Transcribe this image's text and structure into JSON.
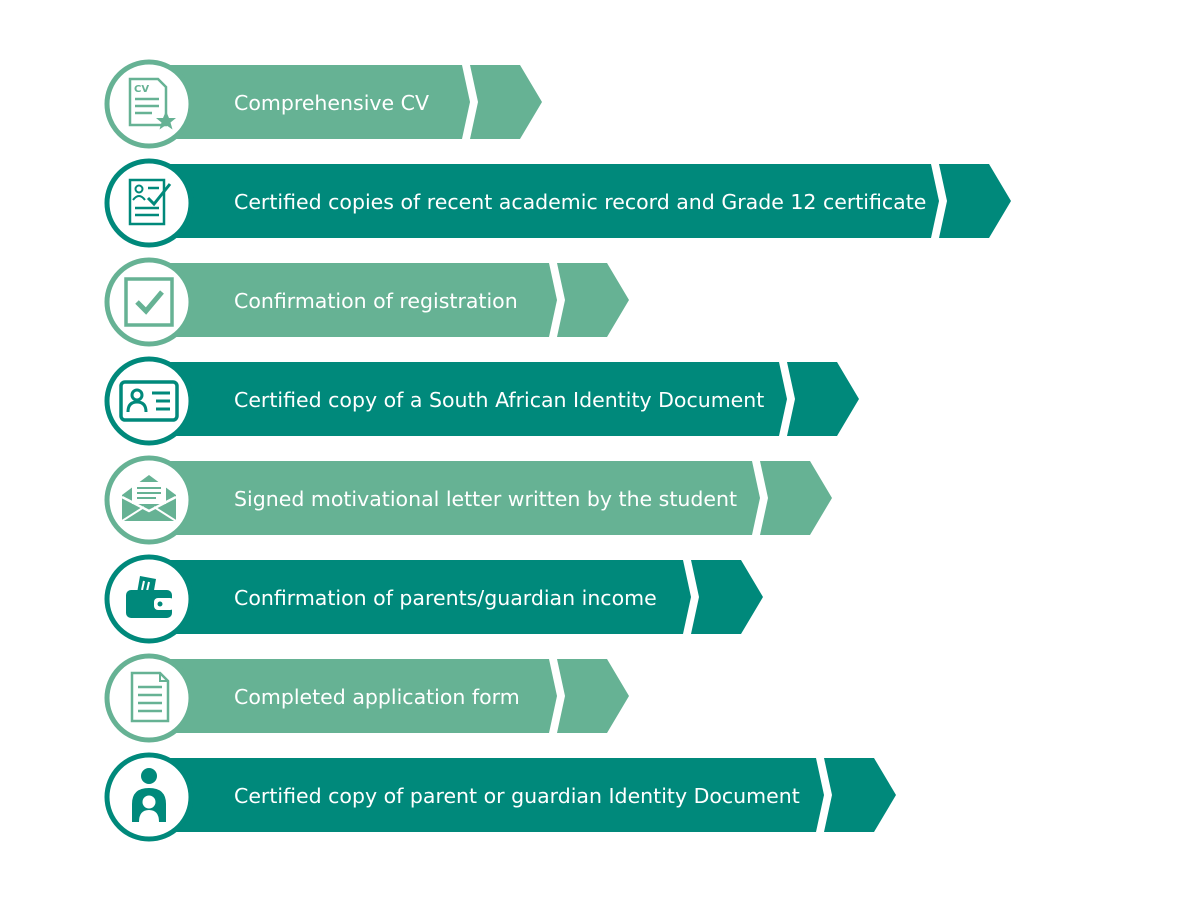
{
  "palette": {
    "light": "#66b294",
    "dark": "#00897b",
    "ring_light": "#66b294",
    "ring_dark": "#00897b"
  },
  "items": [
    {
      "text": "Comprehensive CV",
      "tone": "light",
      "icon": "cv-document-star-icon",
      "icon_text": "CV"
    },
    {
      "text": "Certified copies of recent academic record and Grade 12 certificate",
      "tone": "dark",
      "icon": "certificate-check-icon"
    },
    {
      "text": "Confirmation of registration",
      "tone": "light",
      "icon": "checkbox-icon"
    },
    {
      "text": "Certified copy of a South African Identity Document",
      "tone": "dark",
      "icon": "id-card-icon"
    },
    {
      "text": "Signed motivational letter written by the student",
      "tone": "light",
      "icon": "envelope-letter-icon"
    },
    {
      "text": "Confirmation of parents/guardian income",
      "tone": "dark",
      "icon": "wallet-icon"
    },
    {
      "text": "Completed application form",
      "tone": "light",
      "icon": "form-document-icon"
    },
    {
      "text": "Certified copy of parent or guardian Identity Document",
      "tone": "dark",
      "icon": "parent-child-icon"
    }
  ]
}
